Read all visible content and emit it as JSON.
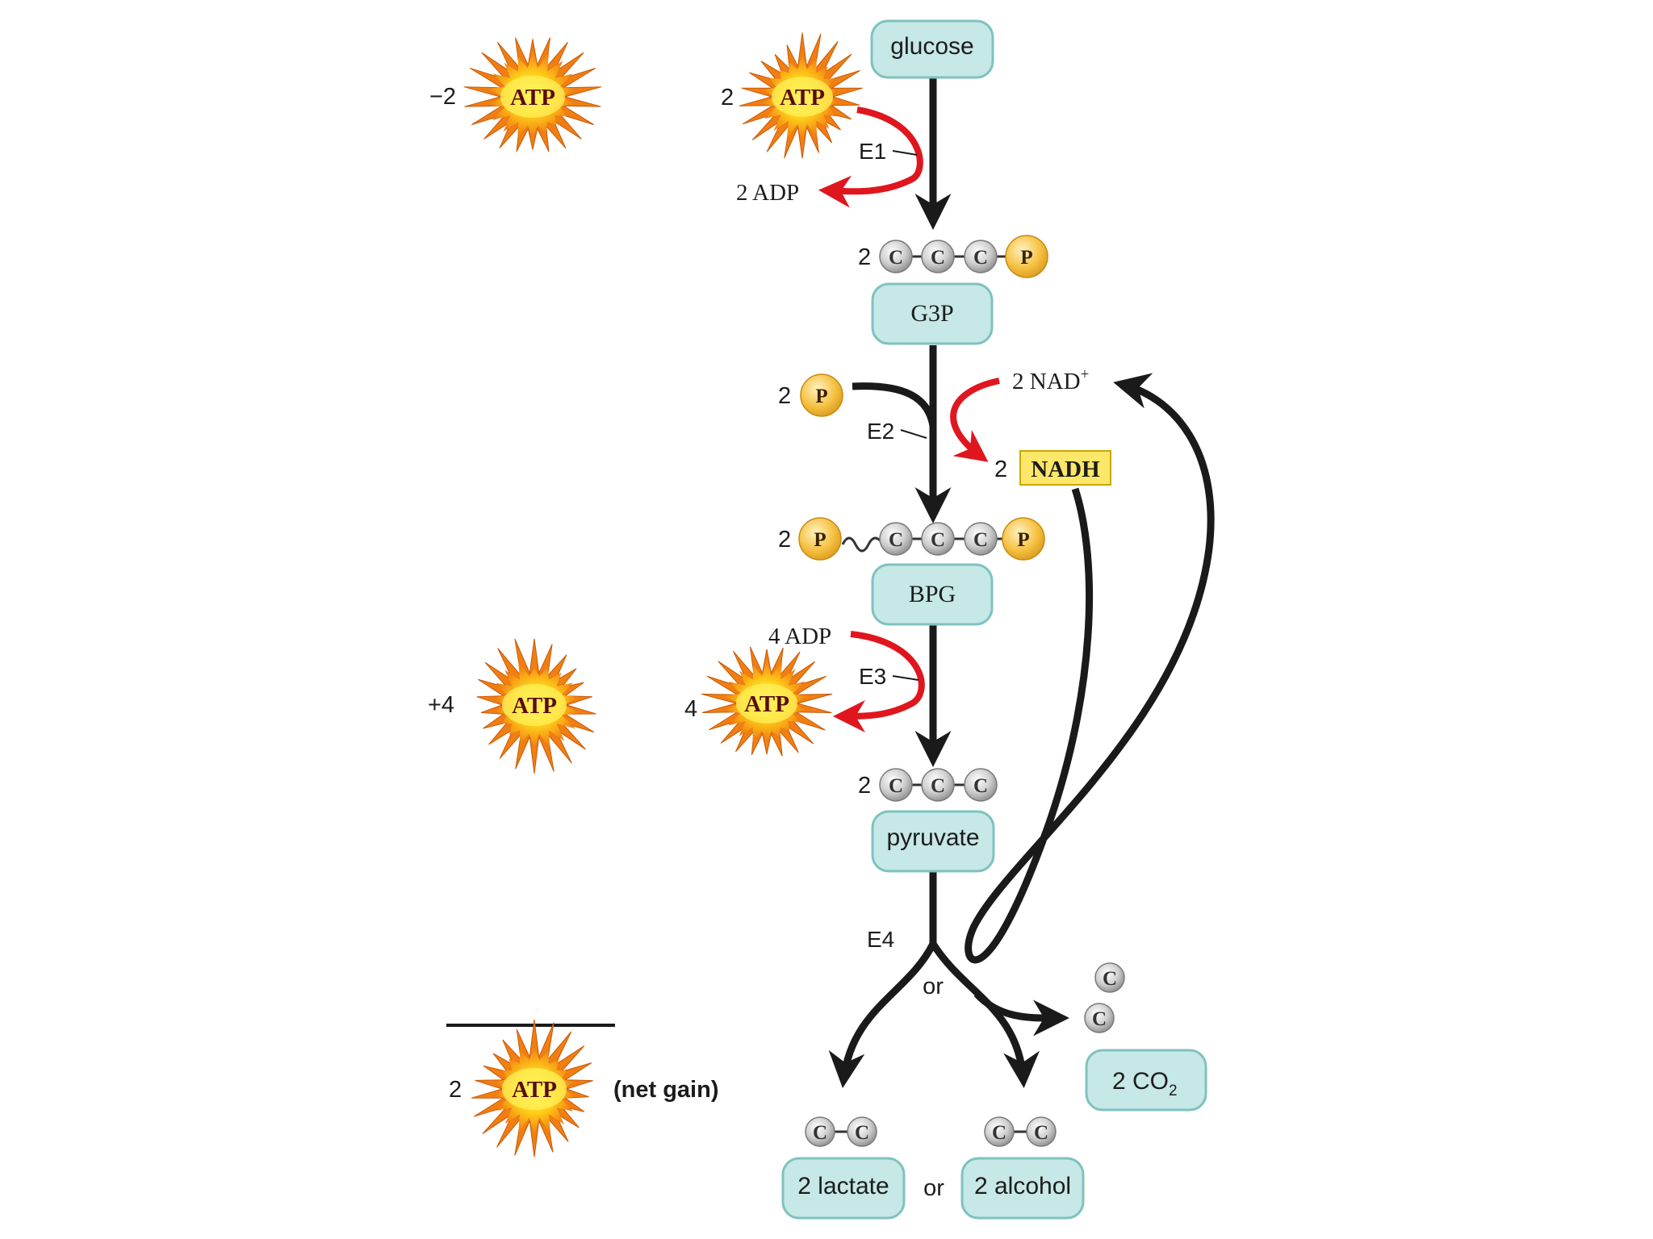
{
  "molecules": {
    "glucose": "glucose",
    "g3p": "G3P",
    "bpg": "BPG",
    "pyruvate": "pyruvate",
    "lactate": "2 lactate",
    "alcohol": "2 alcohol",
    "co2_prefix": "2 CO",
    "co2_sub": "2",
    "nadh": "NADH"
  },
  "enzymes": {
    "e1": "E1",
    "e2": "E2",
    "e3": "E3",
    "e4": "E4"
  },
  "atoms": {
    "carbon": "C",
    "phosphate": "P"
  },
  "atp_label": "ATP",
  "labels": {
    "minus_two": "−2",
    "plus_four": "+4",
    "net_two": "2",
    "net_gain": "(net gain)",
    "atp_in_coef": "2",
    "atp_out_coef": "4",
    "adp_out": "2 ADP",
    "adp_in": "4 ADP",
    "g3p_coef": "2",
    "phos_in_coef": "2",
    "bpg_coef": "2",
    "pyr_coef": "2",
    "nad_prefix": "2 NAD",
    "nad_sup": "+",
    "nadh_coef": "2",
    "or_branch": "or",
    "or_products": "or"
  },
  "colors": {
    "box_fill": "#c6e8e6",
    "box_stroke": "#7fc2be",
    "arrow_black": "#1a1a1a",
    "arrow_red": "#e0161e",
    "nadh_fill": "#fde769",
    "phosphate_fill": "#f6c244",
    "carbon_fill": "#c8c8c8",
    "burst_outer": "#f07e12",
    "burst_inner": "#ffe23a"
  }
}
